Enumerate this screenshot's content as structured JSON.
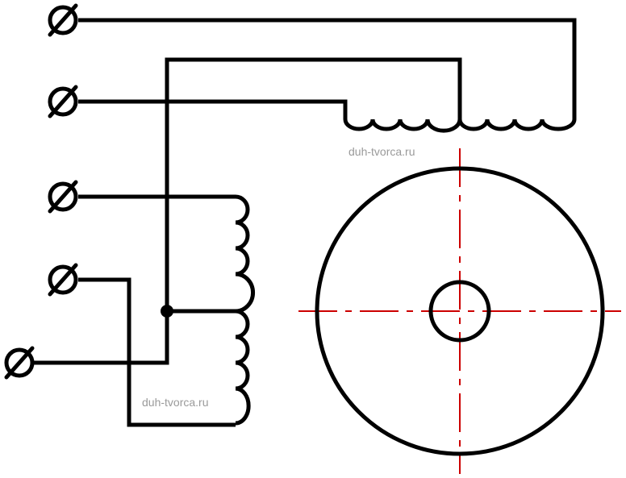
{
  "watermarks": {
    "top": "duh-tvorca.ru",
    "bottom": "duh-tvorca.ru"
  },
  "colors": {
    "wire": "#000000",
    "centerline": "#cc0000",
    "watermark": "#9a9a9a",
    "background": "#ffffff"
  },
  "terminals": [
    {
      "name": "terminal-1"
    },
    {
      "name": "terminal-2"
    },
    {
      "name": "terminal-3"
    },
    {
      "name": "terminal-4"
    },
    {
      "name": "terminal-5"
    }
  ]
}
